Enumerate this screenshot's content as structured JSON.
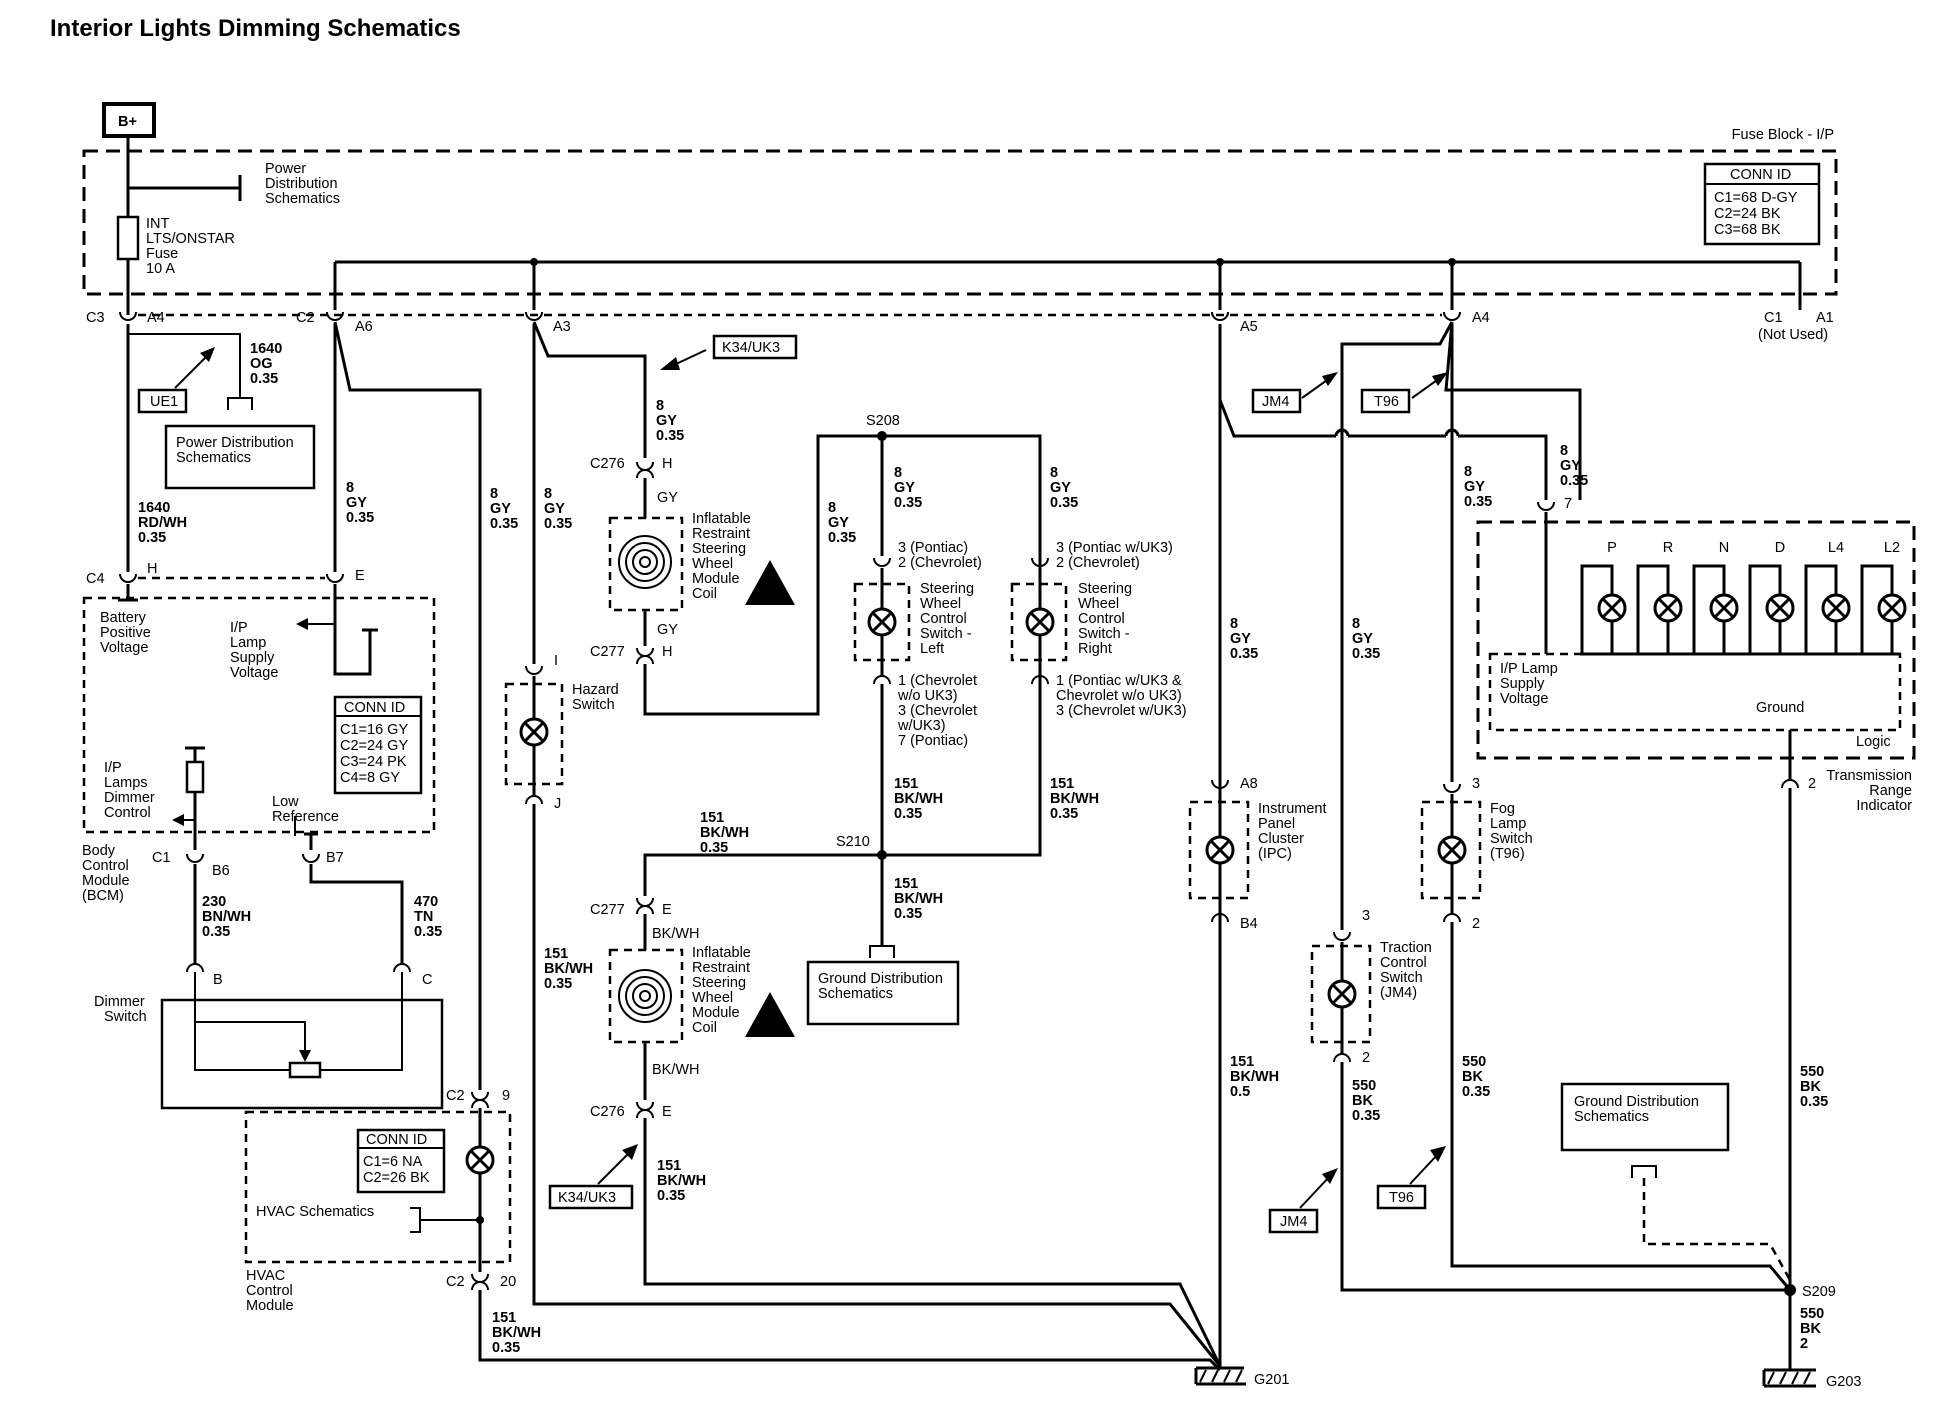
{
  "title": "Interior Lights Dimming Schematics",
  "labels": {
    "b_plus": "B+",
    "fuse_block": "Fuse Block - I/P",
    "power_dist": [
      "Power",
      "Distribution",
      "Schematics"
    ],
    "fuse": [
      "INT",
      "LTS/ONSTAR",
      "Fuse",
      "10 A"
    ],
    "conn_id_title": "CONN ID",
    "fuse_conn_id": [
      "C1=68 D-GY",
      "C2=24 BK",
      "C3=68 BK"
    ],
    "c3": "C3",
    "a4": "A4",
    "c2": "C2",
    "a6": "A6",
    "a3": "A3",
    "a5": "A5",
    "c1": "C1",
    "a1": "A1",
    "not_used": "(Not Used)",
    "wire_1640_og": [
      "1640",
      "OG",
      "0.35"
    ],
    "ue1": "UE1",
    "power_dist_box": [
      "Power Distribution",
      "Schematics"
    ],
    "k34": "K34/UK3",
    "wire_8gy": [
      "8",
      "GY",
      "0.35"
    ],
    "wire_1640_rdwh": [
      "1640",
      "RD/WH",
      "0.35"
    ],
    "c276": "C276",
    "h": "H",
    "gy": "GY",
    "c277": "C277",
    "airbag_coil": [
      "Inflatable",
      "Restraint",
      "Steering",
      "Wheel",
      "Module",
      "Coil"
    ],
    "s208": "S208",
    "jm4": "JM4",
    "t96": "T96",
    "pin7": "7",
    "c4": "C4",
    "e": "E",
    "bcm_batt": [
      "Battery",
      "Positive",
      "Voltage"
    ],
    "bcm_ip_supply": [
      "I/P",
      "Lamp",
      "Supply",
      "Voltage"
    ],
    "bcm_conn_id": [
      "C1=16 GY",
      "C2=24 GY",
      "C3=24 PK",
      "C4=8 GY"
    ],
    "bcm_dimmer": [
      "I/P",
      "Lamps",
      "Dimmer",
      "Control"
    ],
    "low_ref": [
      "Low",
      "Reference"
    ],
    "bcm_name": [
      "Body",
      "Control",
      "Module",
      "(BCM)"
    ],
    "b6": "B6",
    "b7": "B7",
    "pin_i": "I",
    "pin_j": "J",
    "hazard": [
      "Hazard",
      "Switch"
    ],
    "swc_left_pins_top": [
      "3 (Pontiac)",
      "2 (Chevrolet)"
    ],
    "swc_left": [
      "Steering",
      "Wheel",
      "Control",
      "Switch -",
      "Left"
    ],
    "swc_left_pins_bot": [
      "1 (Chevrolet",
      "w/o UK3)",
      "3 (Chevrolet",
      "w/UK3)",
      "7 (Pontiac)"
    ],
    "swc_right_pins_top": [
      "3 (Pontiac w/UK3)",
      "2 (Chevrolet)"
    ],
    "swc_right": [
      "Steering",
      "Wheel",
      "Control",
      "Switch -",
      "Right"
    ],
    "swc_right_pins_bot": [
      "1 (Pontiac w/UK3 &",
      "Chevrolet w/o UK3)",
      "3 (Chevrolet w/UK3)"
    ],
    "trans_gears": [
      "P",
      "R",
      "N",
      "D",
      "L4",
      "L2"
    ],
    "trans_ip": [
      "I/P Lamp",
      "Supply",
      "Voltage"
    ],
    "ground": "Ground",
    "logic": "Logic",
    "trans_pin2": "2",
    "trans_name": [
      "Transmission",
      "Range",
      "Indicator"
    ],
    "wire_151_bkwh": [
      "151",
      "BK/WH",
      "0.35"
    ],
    "wire_151_bkwh_05": [
      "151",
      "BK/WH",
      "0.5"
    ],
    "s210": "S210",
    "a8": "A8",
    "b4": "B4",
    "ipc": [
      "Instrument",
      "Panel",
      "Cluster",
      "(IPC)"
    ],
    "fog_pin3": "3",
    "fog_pin2": "2",
    "fog": [
      "Fog",
      "Lamp",
      "Switch",
      "(T96)"
    ],
    "wire_230": [
      "230",
      "BN/WH",
      "0.35"
    ],
    "wire_470": [
      "470",
      "TN",
      "0.35"
    ],
    "pin_b": "B",
    "pin_c": "C",
    "dimmer": [
      "Dimmer",
      "Switch"
    ],
    "bkwh": "BK/WH",
    "ground_dist": [
      "Ground Distribution",
      "Schematics"
    ],
    "tc_pin3": "3",
    "tc_pin2": "2",
    "traction": [
      "Traction",
      "Control",
      "Switch",
      "(JM4)"
    ],
    "pin9": "9",
    "pin20": "20",
    "hvac_conn_id": [
      "C1=6 NA",
      "C2=26 BK"
    ],
    "hvac_schem": "HVAC Schematics",
    "hvac_name": [
      "HVAC",
      "Control",
      "Module"
    ],
    "wire_550_bk": [
      "550",
      "BK",
      "0.35"
    ],
    "wire_550_bk_2": [
      "550",
      "BK",
      "2"
    ],
    "s209": "S209",
    "g201": "G201",
    "g203": "G203"
  }
}
